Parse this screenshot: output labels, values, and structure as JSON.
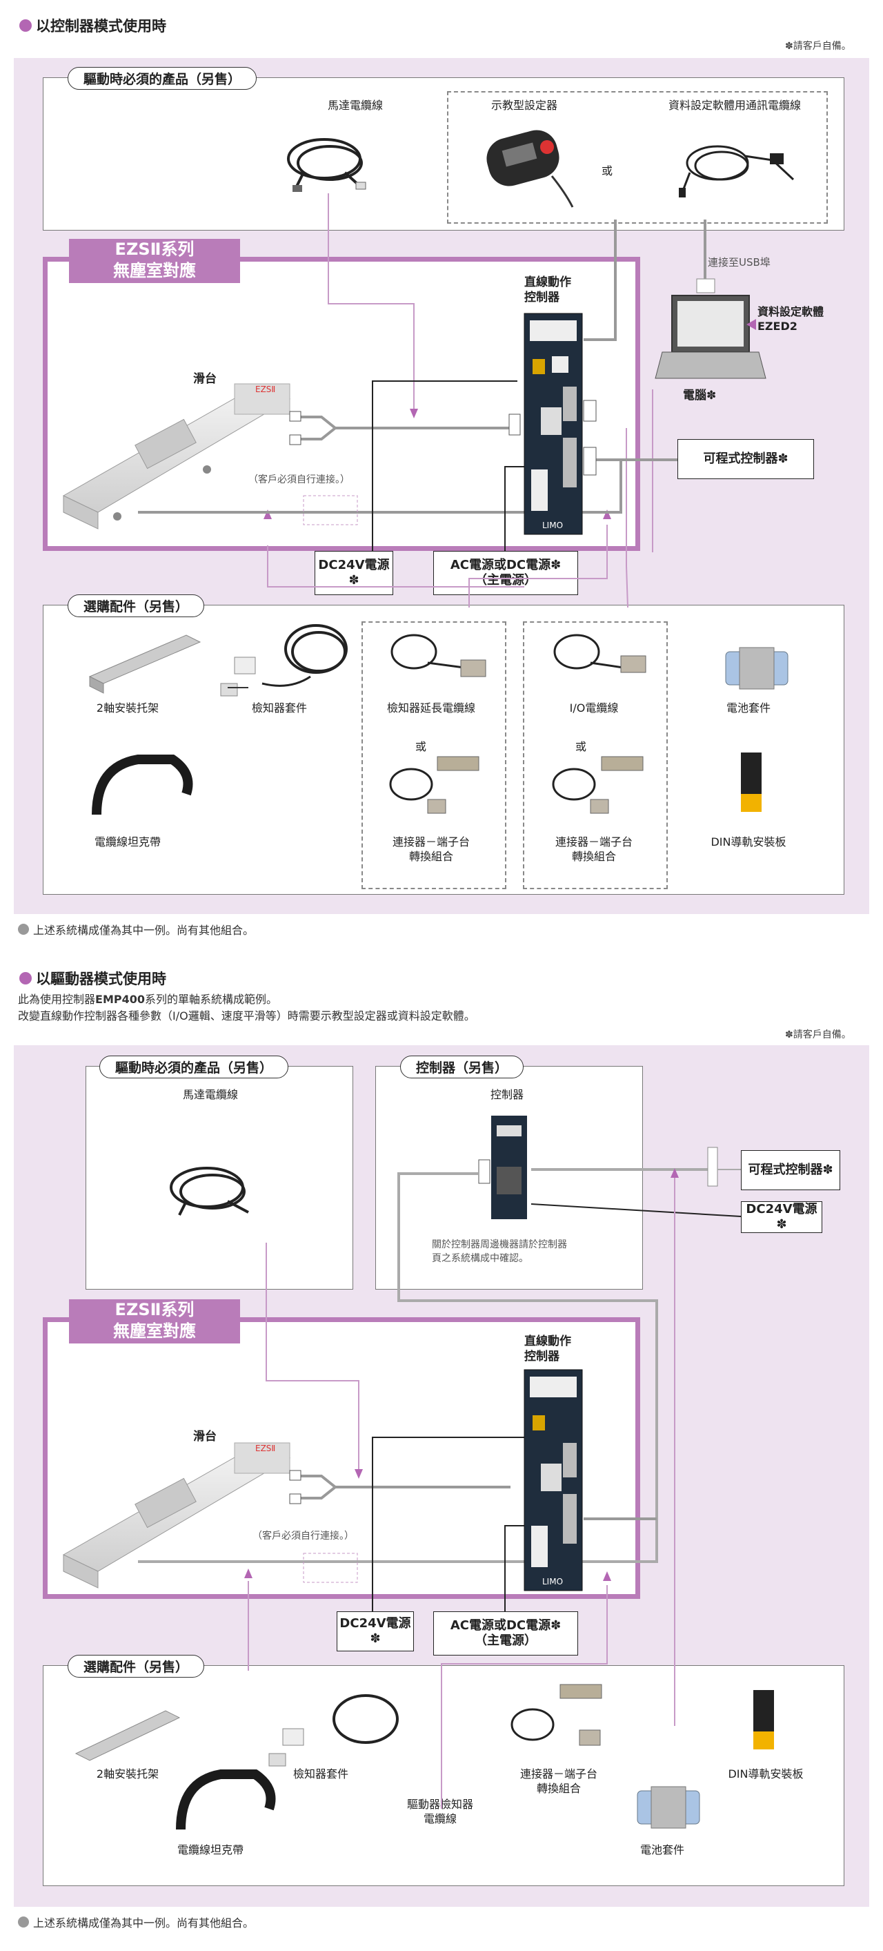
{
  "section1": {
    "title": "以控制器模式使用時",
    "note": "✽請客戶自備。",
    "required_label": "驅動時必須的產品（另售）",
    "motor_cable": "馬達電纜線",
    "teaching_pendant": "示教型設定器",
    "or1": "或",
    "data_cable": "資料設定軟體用通訊電纜線",
    "usb_note": "連接至USB埠",
    "ezs_line1": "EZSⅡ系列",
    "ezs_line2": "無塵室對應",
    "controller_label": "直線動作\n控制器",
    "slider_label": "滑台",
    "software_label": "資料設定軟體",
    "software_name": "EZED2",
    "pc_label": "電腦✽",
    "plc_label": "可程式控制器✽",
    "customer_note": "（客戶必須自行連接。）",
    "dc24": "DC24V電源✽",
    "acdc": "AC電源或DC電源✽\n（主電源）",
    "options_label": "選購配件（另售）",
    "items": [
      "2軸安裝托架",
      "檢知器套件",
      "檢知器延長電纜線",
      "I/O電纜線",
      "電池套件"
    ],
    "or2": "或",
    "or3": "或",
    "items2": [
      "電纜線坦克帶",
      "連接器－端子台\n轉換組合",
      "連接器－端子台\n轉換組合",
      "DIN導軌安裝板"
    ],
    "footnote": "上述系統構成僅為其中一例。尚有其他組合。"
  },
  "section2": {
    "title": "以驅動器模式使用時",
    "desc1_a": "此為使用控制器",
    "desc1_b": "EMP400",
    "desc1_c": "系列的單軸系統構成範例。",
    "desc2": "改變直線動作控制器各種參數（I/O邏輯、速度平滑等）時需要示教型設定器或資料設定軟體。",
    "note": "✽請客戶自備。",
    "required_label": "驅動時必須的產品（另售）",
    "motor_cable": "馬達電纜線",
    "controller_box_label": "控制器（另售）",
    "controller_item": "控制器",
    "controller_note": "關於控制器周邊機器請於控制器\n頁之系統構成中確認。",
    "plc_label": "可程式控制器✽",
    "dc24_right": "DC24V電源✽",
    "ezs_line1": "EZSⅡ系列",
    "ezs_line2": "無塵室對應",
    "linear_controller": "直線動作\n控制器",
    "slider_label": "滑台",
    "customer_note": "（客戶必須自行連接。）",
    "dc24": "DC24V電源✽",
    "acdc": "AC電源或DC電源✽\n（主電源）",
    "options_label": "選購配件（另售）",
    "bracket": "2軸安裝托架",
    "sensor_kit": "檢知器套件",
    "tank": "電纜線坦克帶",
    "driver_cable": "驅動器檢知器\n電纜線",
    "terminal": "連接器－端子台\n轉換組合",
    "battery": "電池套件",
    "din": "DIN導軌安裝板",
    "footnote": "上述系統構成僅為其中一例。尚有其他組合。"
  },
  "colors": {
    "accent": "#b366b3",
    "panel": "#eee3f0",
    "frame": "#b97cb9"
  }
}
